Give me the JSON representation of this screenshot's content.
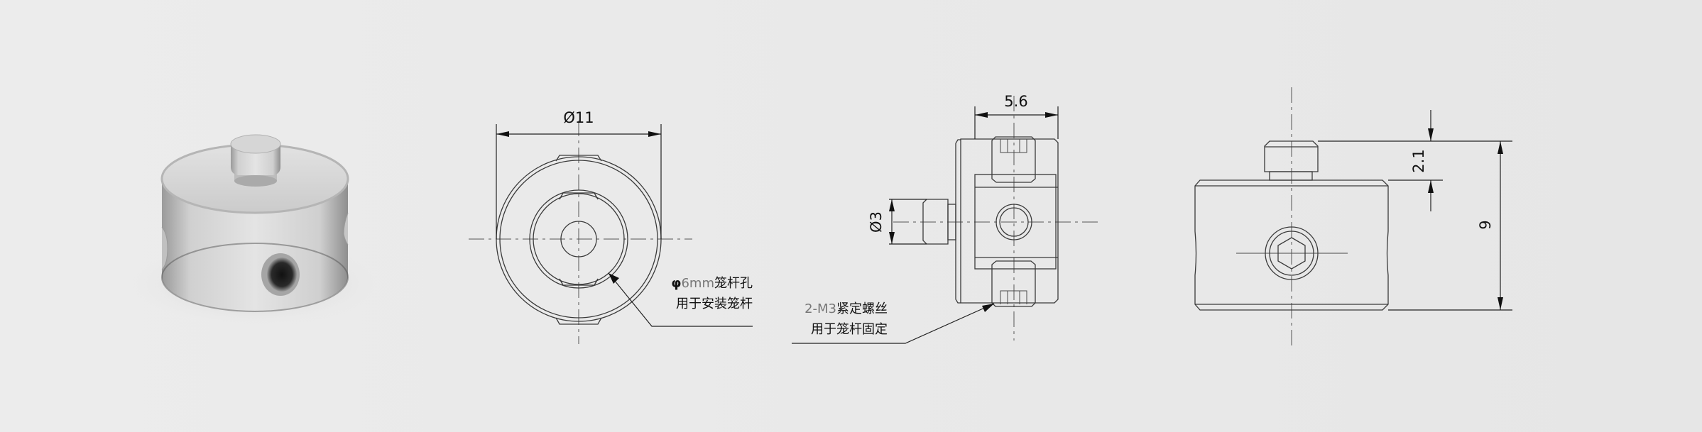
{
  "colors": {
    "background": "#e8e8e8",
    "line": "#3a3a3a",
    "metal": "#c8c8c8"
  },
  "front_view": {
    "diameter_label": "Ø11",
    "note_prefix": "φ",
    "note_size": "6mm",
    "note_line1_rest": "笼杆孔",
    "note_line2": "用于安装笼杆"
  },
  "side_view": {
    "width_label": "5.6",
    "pin_diameter_label": "Ø3",
    "note_spec": "2-M3",
    "note_line1_rest": "紧定螺丝",
    "note_line2": "用于笼杆固定"
  },
  "top_view": {
    "pin_height_label": "2.1",
    "height_label": "9"
  }
}
